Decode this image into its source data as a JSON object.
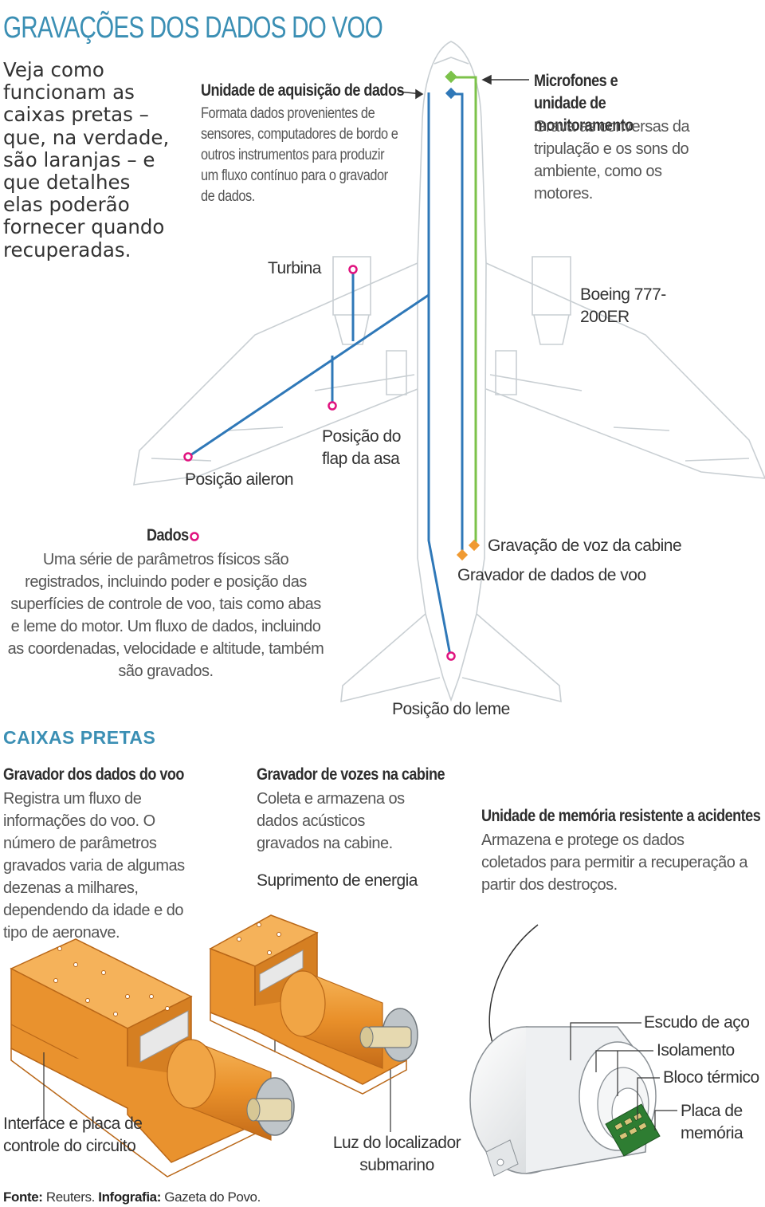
{
  "title": "GRAVAÇÕES DOS DADOS DO VOO",
  "intro": "Veja como funcionam as caixas pretas – que, na verdade, são laranjas – e que detalhes elas poderão fornecer quando recuperadas.",
  "callouts": {
    "daq_title": "Unidade de aquisição de dados",
    "daq_text": "Formata dados provenientes de sensores, computadores de bordo e outros instrumentos para produzir um fluxo contínuo para o gravador de dados.",
    "mic_title": "Microfones e unidade de monitoramento",
    "mic_text": "Grava as conversas da tripulação e os sons do ambiente, como os motores.",
    "turbina": "Turbina",
    "boeing": "Boeing 777-200ER",
    "flap": "Posição do flap da asa",
    "aileron": "Posição aileron",
    "dados_title": "Dados",
    "dados_text": "Uma série de parâmetros físicos são registrados, incluindo poder e posição das superfícies de controle de voo, tais como abas e leme do motor. Um fluxo de dados, incluindo as coordenadas, velocidade e altitude, também são gravados.",
    "cvr": "Gravação de voz da cabine",
    "fdr": "Gravador de dados de voo",
    "leme": "Posição do leme"
  },
  "section_title": "CAIXAS PRETAS",
  "boxes": {
    "fdr_title": "Gravador dos dados do voo",
    "fdr_text": "Registra um fluxo de informações do voo. O número de parâmetros gravados varia de algumas dezenas a milhares, dependendo da idade e do tipo de aeronave.",
    "cvr_title": "Gravador de vozes na cabine",
    "cvr_text": "Coleta e armazena os dados acústicos gravados na cabine.",
    "power": "Suprimento de energia",
    "memory_title": "Unidade de memória resistente a acidentes",
    "memory_text": "Armazena e protege os dados coletados para permitir a recuperação a partir dos destroços.",
    "interface": "Interface e placa de controle do circuito",
    "beacon": "Luz do localizador submarino",
    "steel": "Escudo de aço",
    "insulation": "Isolamento",
    "thermal": "Bloco térmico",
    "board": "Placa de memória"
  },
  "footer": {
    "source_label": "Fonte:",
    "source": "Reuters.",
    "credit_label": "Infografia:",
    "credit": "Gazeta do Povo."
  },
  "colors": {
    "accent": "#3b8fb4",
    "data_line": "#2f78b8",
    "voice_line": "#7cc24a",
    "sensor": "#e0137f",
    "orange": "#f09a32",
    "orange_dark": "#c96e1a"
  }
}
